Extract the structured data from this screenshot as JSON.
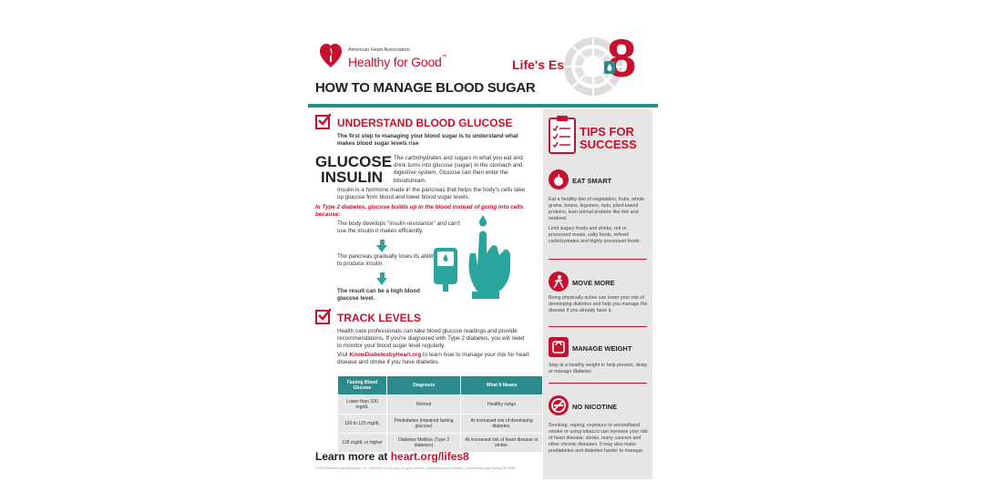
{
  "header": {
    "aha_small": "American Heart Association.",
    "aha_big": "Healthy for Good",
    "tm": "™",
    "life_label": "Life's Essential",
    "life_number": "8",
    "title": "HOW TO MANAGE BLOOD SUGAR"
  },
  "understand": {
    "heading": "UNDERSTAND BLOOD GLUCOSE",
    "intro": "The first step to managing your blood sugar is to understand what makes blood sugar levels rise",
    "glucose_word": "GLUCOSE",
    "insulin_word": "INSULIN",
    "glucose_text": "The carbohydrates and sugars in what you eat and drink turns into glucose (sugar) in the stomach and digestive system. Glucose can then enter the bloodstream.",
    "insulin_text": "Insulin is a hormone made in the pancreas that helps the body's cells take up glucose from blood and lower blood sugar levels.",
    "type2_intro": "In Type 2 diabetes, glucose builds up in the blood instead of going into cells because:",
    "step1": "The body develops \"insulin resistance\" and can't use the insulin it makes efficiently.",
    "step2": "The pancreas gradually loses its ability to produce insulin.",
    "step3": "The result can be a high blood glucose level."
  },
  "track": {
    "heading": "TRACK LEVELS",
    "text1": "Health care professionals can take blood glucose readings and provide recommendations. If you're diagnosed with Type 2 diabetes, you will need to monitor your blood sugar level regularly.",
    "visit_prefix": "Visit ",
    "visit_link": "KnowDiabetesbyHeart.org",
    "visit_suffix": " to learn how to manage your risk for heart disease and stroke if you have diabetes.",
    "table": {
      "headers": [
        "Fasting Blood Glucose",
        "Diagnosis",
        "What It Means"
      ],
      "rows": [
        [
          "Lower than 100 mg/dL",
          "Normal",
          "Healthy range"
        ],
        [
          "100 to 125 mg/dL",
          "Prediabetes (impaired fasting glucose)",
          "At increased risk of developing diabetes."
        ],
        [
          "126 mg/dL or higher",
          "Diabetes Mellitus (Type 2 diabetes)",
          "At increased risk of heart disease or stroke."
        ]
      ]
    }
  },
  "footer": {
    "learn_prefix": "Learn more at ",
    "learn_link": "heart.org/lifes8",
    "fine_print": "© 2022 American Heart Association, Inc., a 501(c)(3) not-for-profit. All rights reserved. Unauthorized use prohibited. Communication type tracking DS-19388"
  },
  "tips": {
    "title_line1": "TIPS FOR",
    "title_line2": "SUCCESS",
    "items": [
      {
        "heading": "EAT SMART",
        "text": "Eat a healthy diet of vegetables, fruits, whole grains, beans, legumes, nuts, plant-based proteins, lean animal proteins like fish and seafood.",
        "text2": "Limit sugary foods and drinks, red or processed meats, salty foods, refined carbohydrates and highly processed foods."
      },
      {
        "heading": "MOVE MORE",
        "text": "Being physically active can lower your risk of developing diabetes and help you manage the disease if you already have it.",
        "text2": ""
      },
      {
        "heading": "MANAGE WEIGHT",
        "text": "Stay at a healthy weight to help prevent, delay or manage diabetes",
        "text2": ""
      },
      {
        "heading": "NO NICOTINE",
        "text": "Smoking, vaping, exposure to secondhand smoke or using tobacco can increase your risk of heart disease, stroke, many cancers and other chronic diseases. It may also make prediabetes and diabetes harder to manage.",
        "text2": ""
      }
    ]
  },
  "colors": {
    "red": "#c8102e",
    "teal": "#2a8a8c",
    "gray": "#e6e6e6"
  }
}
